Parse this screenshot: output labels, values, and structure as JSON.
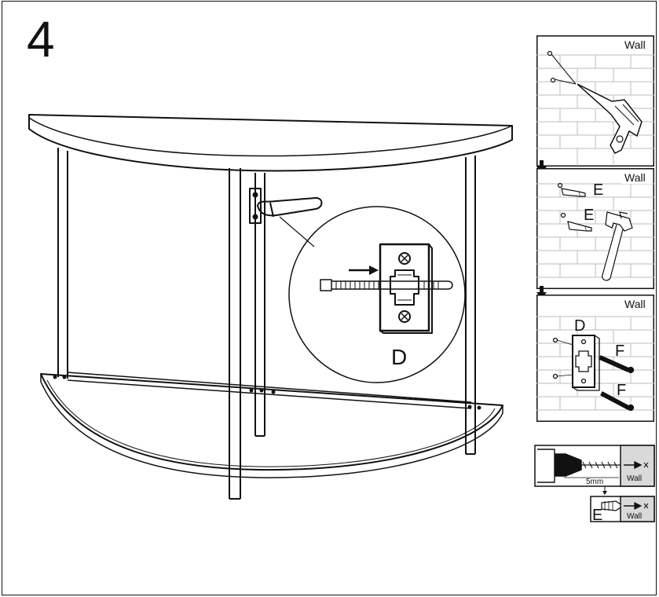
{
  "step": {
    "number": "4"
  },
  "main": {
    "bracket_label": "D"
  },
  "panels": {
    "drill": {
      "wall_label": "Wall"
    },
    "anchors": {
      "wall_label": "Wall",
      "anchor_labels": [
        "E",
        "E"
      ]
    },
    "screws": {
      "wall_label": "Wall",
      "bracket_label": "D",
      "screw_labels": [
        "F",
        "F"
      ]
    },
    "detail": {
      "drill_depth": "5mm",
      "wall_label": "Wall",
      "anchor_label": "E",
      "wall_label_2": "Wall"
    }
  },
  "colors": {
    "line": "#111111",
    "brick": "#bdbdbd",
    "wall_fill": "#d9d9d9"
  }
}
